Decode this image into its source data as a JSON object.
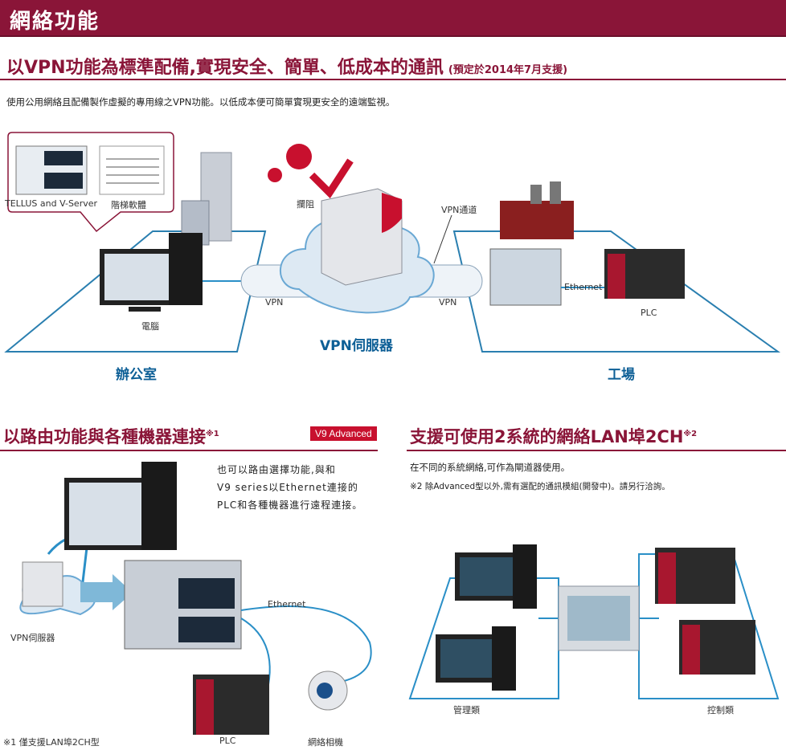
{
  "banner": {
    "title": "網絡功能"
  },
  "section1": {
    "title": "以VPN功能為標準配備,實現安全、簡單、低成本的通訊",
    "note": "(預定於2014年7月支援)",
    "desc": "使用公用網絡且配備製作虛擬的專用線之VPN功能。以低成本便可簡單實現更安全的遠端監視。"
  },
  "diagram1": {
    "bubble_label_1": "TELLUS and V-Server",
    "bubble_label_2": "階梯軟體",
    "block_label": "攔阻",
    "vpn_tunnel_label": "VPN通道",
    "vpn_left": "VPN",
    "vpn_right": "VPN",
    "server_label": "VPN伺服器",
    "pc_label": "電腦",
    "ethernet_label": "Ethernet",
    "plc_label": "PLC",
    "office_label": "辦公室",
    "factory_label": "工場"
  },
  "section2": {
    "title": "以路由功能與各種機器連接",
    "sup": "※1",
    "badge": "V9 Advanced",
    "desc_lines": [
      "也可以路由選擇功能,與和",
      "V9 series以Ethernet連接的",
      "PLC和各種機器進行遠程連接。"
    ],
    "vpn_server_label": "VPN伺服器",
    "ethernet_label": "Ethernet",
    "plc_label": "PLC",
    "camera_label": "網絡相機",
    "footnote": "※1 僅支援LAN埠2CH型"
  },
  "section3": {
    "title": "支援可使用2系統的網絡LAN埠2CH",
    "sup": "※2",
    "desc": "在不同的系統網絡,可作為閘道器使用。",
    "note": "※2 除Advanced型以外,需有選配的通訊模組(開發中)。請另行洽詢。",
    "mgmt_label": "管理類",
    "control_label": "控制類"
  },
  "colors": {
    "brand": "#8a1538",
    "accent_blue": "#0d5f96",
    "line_blue": "#2a8fc7"
  }
}
